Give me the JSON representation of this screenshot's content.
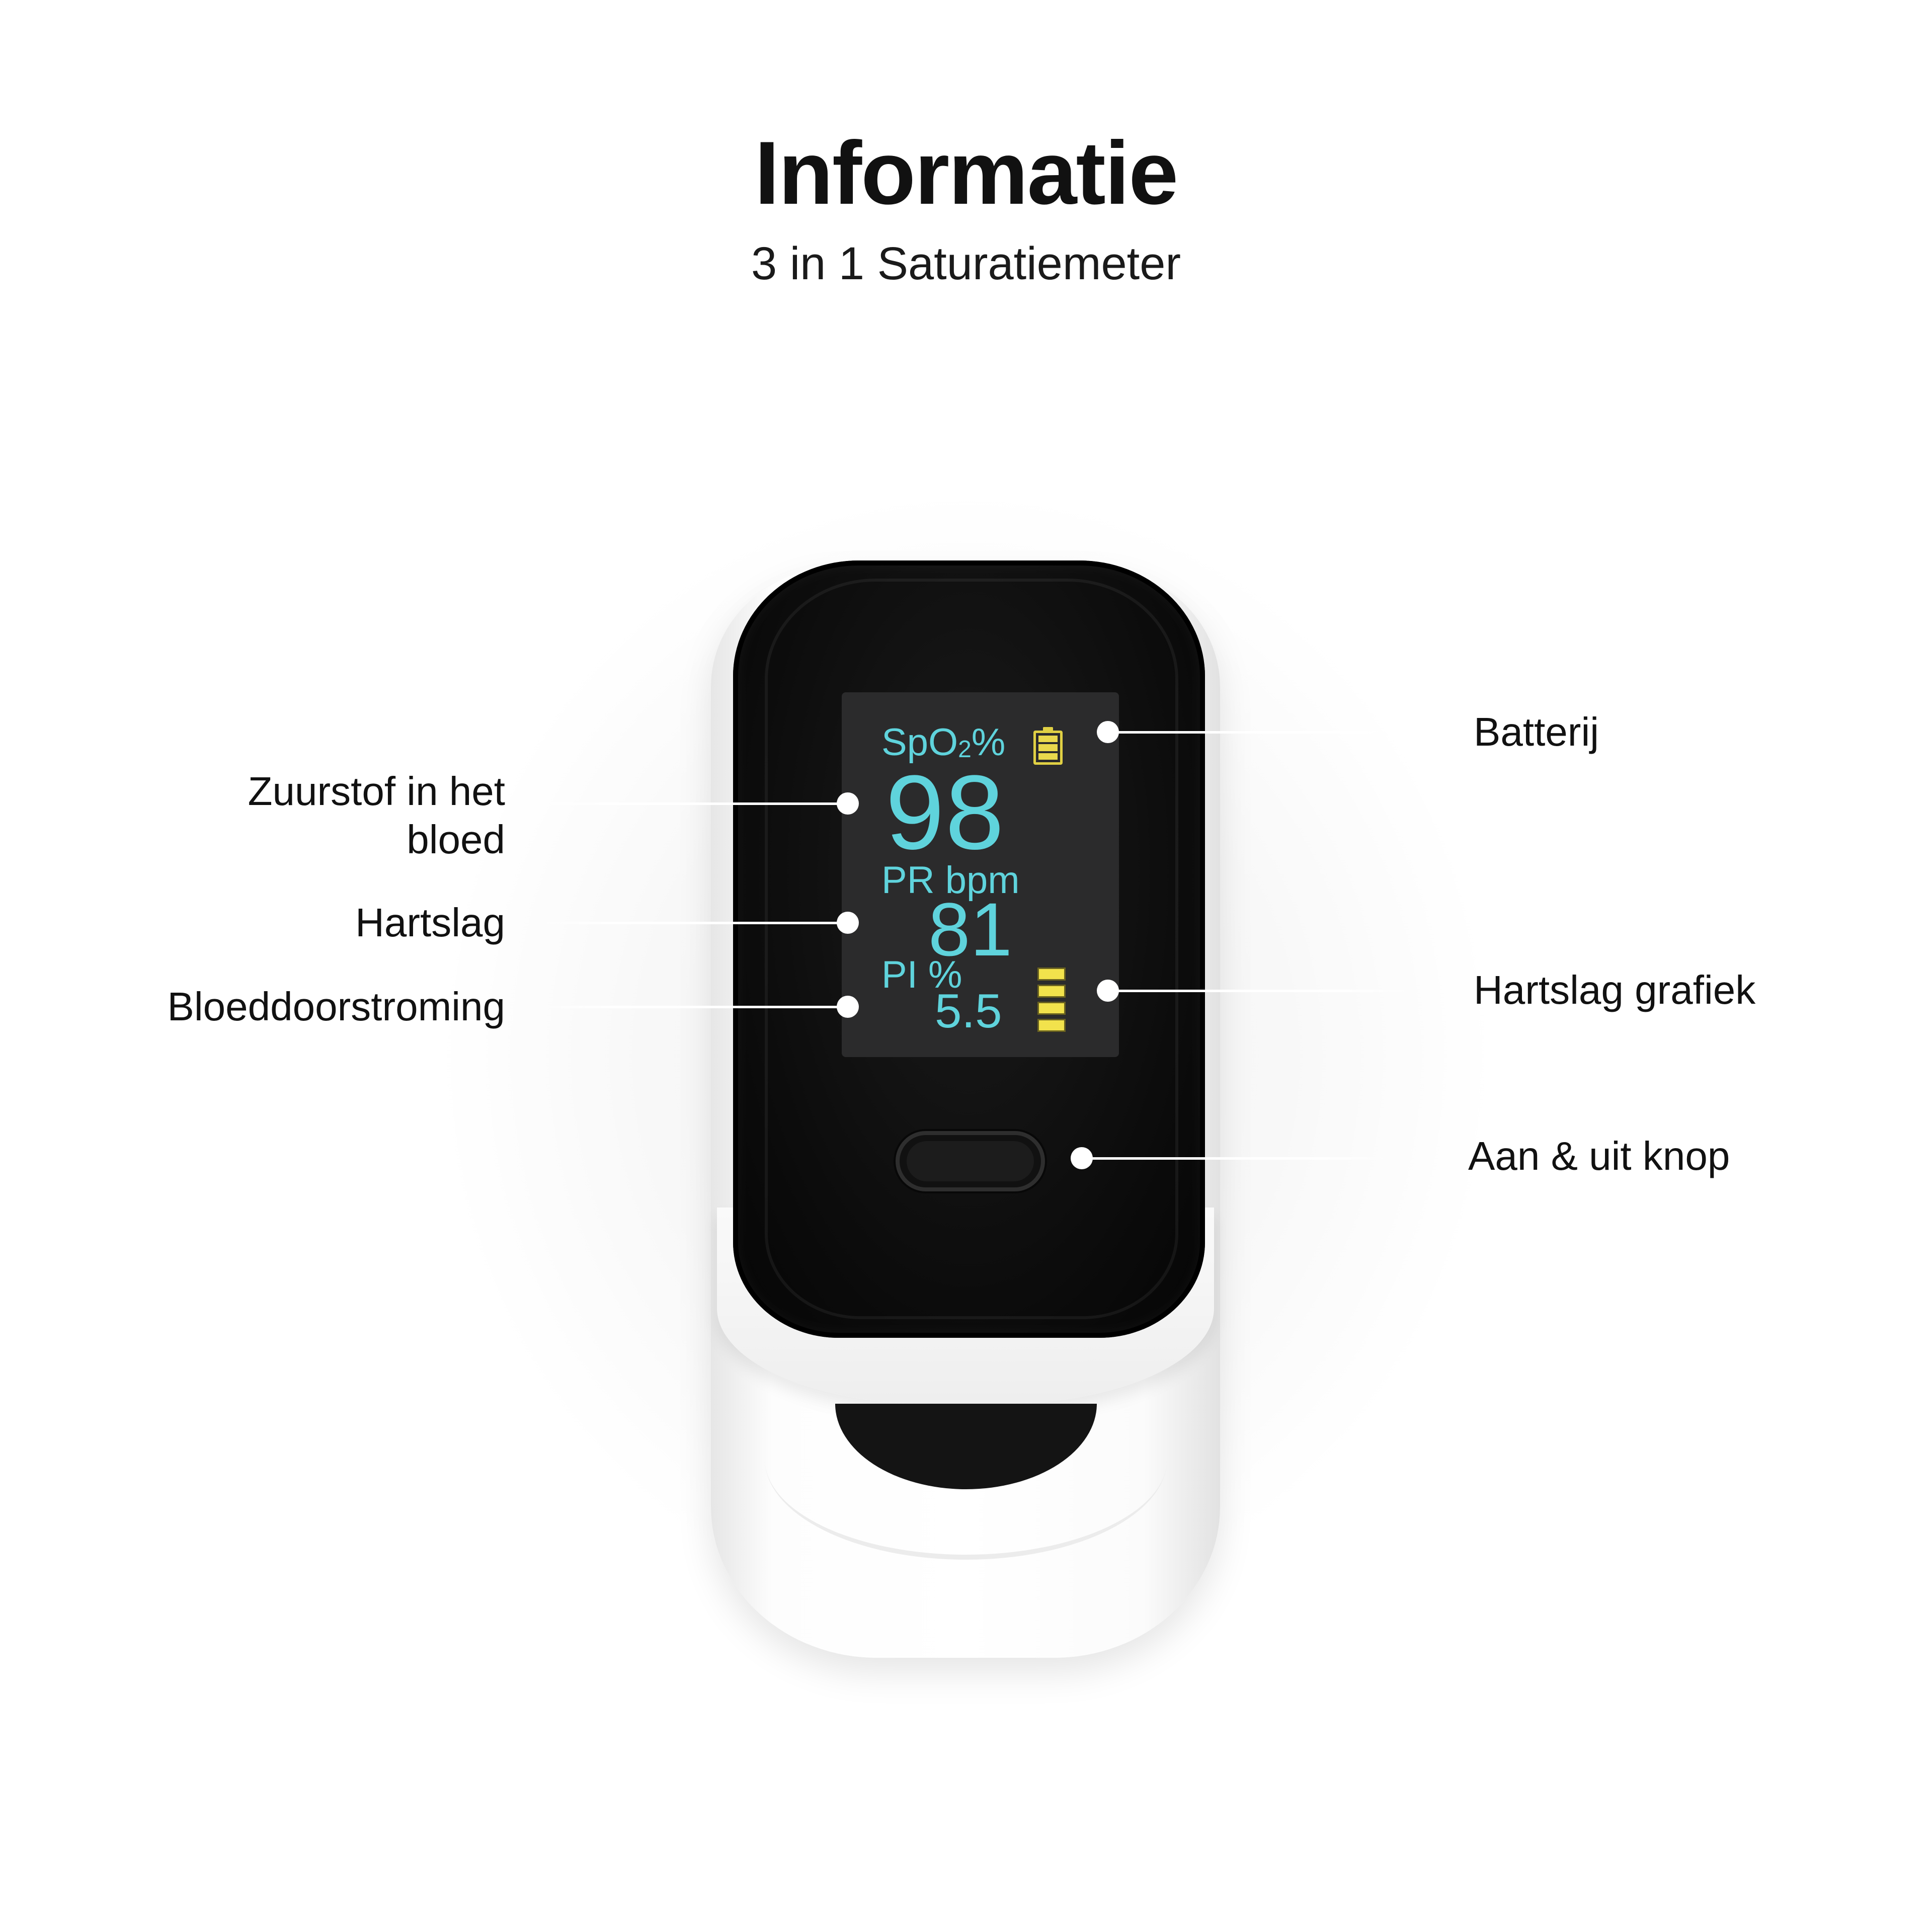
{
  "header": {
    "title": "Informatie",
    "subtitle": "3 in 1 Saturatiemeter"
  },
  "device": {
    "screen": {
      "spo2_label": "SpO",
      "spo2_subscript": "2",
      "spo2_unit": "%",
      "spo2_value": "98",
      "pr_label": "PR bpm",
      "pr_value": "81",
      "pi_label": "PI %",
      "pi_value": "5.5",
      "battery_icon": "battery-full-icon",
      "pulse_bar_icon": "pulse-bar-graph-icon",
      "pulse_bar_segments": 4
    },
    "colors": {
      "screen_text": "#5fd3dc",
      "indicator_yellow": "#f2e24c",
      "screen_bg": "#2b2b2c",
      "face": "#0b0b0b",
      "body": "#ffffff"
    }
  },
  "callouts": {
    "left": [
      {
        "label": "Zuurstof in het bloed"
      },
      {
        "label": "Hartslag"
      },
      {
        "label": "Bloeddoorstroming"
      }
    ],
    "right": [
      {
        "label": "Batterij"
      },
      {
        "label": "Hartslag grafiek"
      },
      {
        "label": "Aan & uit knop"
      }
    ]
  }
}
